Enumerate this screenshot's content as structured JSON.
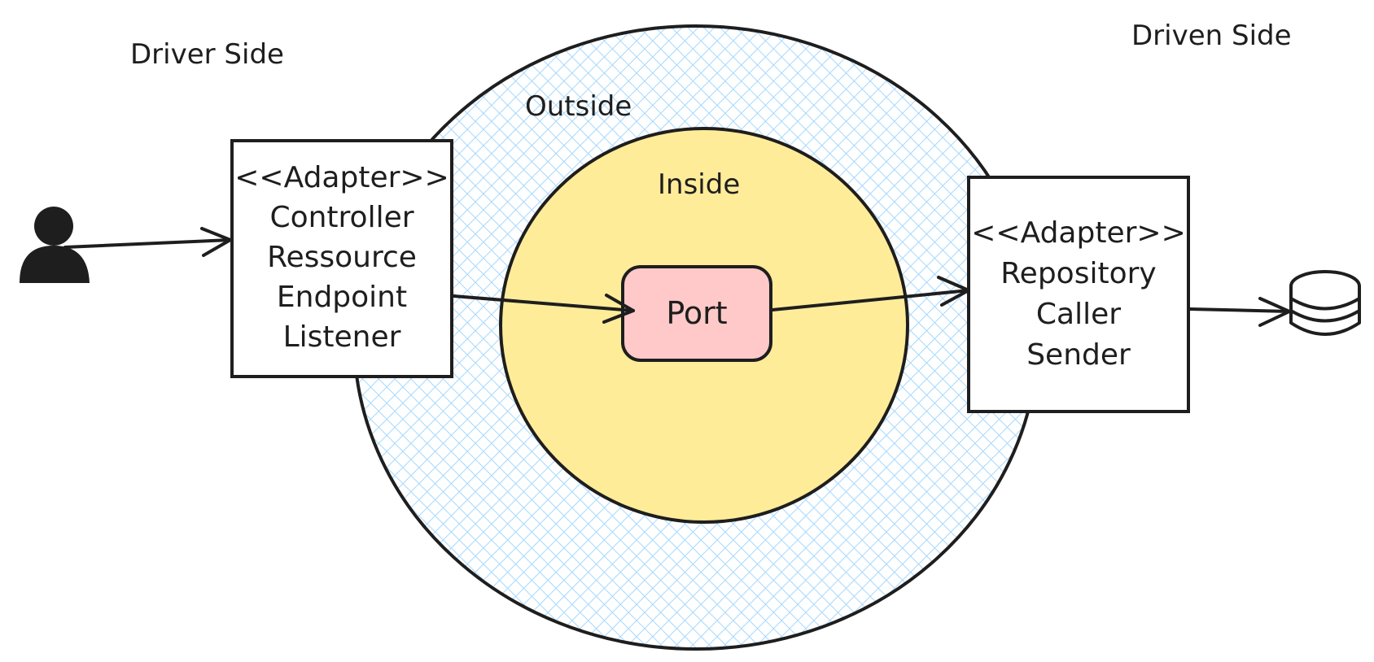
{
  "labels": {
    "driver_side": "Driver Side",
    "driven_side": "Driven Side",
    "outside": "Outside",
    "inside": "Inside"
  },
  "driver_adapter": {
    "lines": [
      "<<Adapter>>",
      "Controller",
      "Ressource",
      "Endpoint",
      "Listener"
    ]
  },
  "driven_adapter": {
    "lines": [
      "<<Adapter>>",
      "Repository",
      "Caller",
      "Sender"
    ]
  },
  "port": {
    "label": "Port"
  },
  "icons": {
    "user": "user-icon",
    "database": "database-icon"
  },
  "colors": {
    "outside_fill": "#a5d8ff",
    "inside_fill": "#ffec99",
    "port_fill": "#ffc9c9",
    "stroke": "#1e1e1e",
    "box_fill": "#ffffff"
  }
}
